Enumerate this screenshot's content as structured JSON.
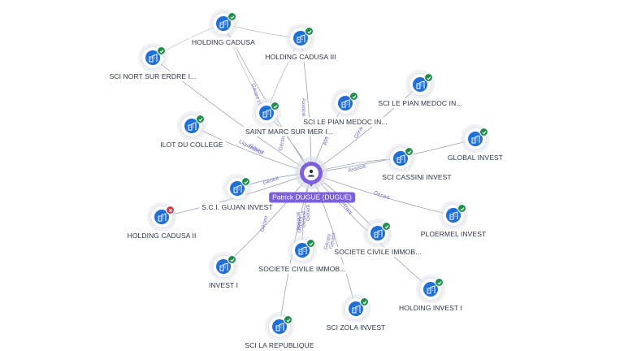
{
  "center": {
    "label": "Patrick DUGUE (DUGUE)",
    "icon": "person-icon",
    "color": "#7c5fdc"
  },
  "colors": {
    "company_node": "#1f6fd8",
    "active_badge": "#1e8e4a",
    "inactive_badge": "#d63b4c",
    "edge": "#9aa3b5",
    "edge_label": "#6f6cc3"
  },
  "nodes": [
    {
      "id": "holding-cadusa",
      "label": "HOLDING CADUSA",
      "status": "active",
      "icon": "building-icon"
    },
    {
      "id": "holding-cadusa-iii",
      "label": "HOLDING CADUSA III",
      "status": "active",
      "icon": "building-icon"
    },
    {
      "id": "sci-nort-sur-erdre",
      "label": "SCI NORT SUR ERDRE I...",
      "status": "active",
      "icon": "building-icon"
    },
    {
      "id": "sci-le-pian-medoc-1",
      "label": "SCI LE PIAN MEDOC IN...",
      "status": "active",
      "icon": "building-icon"
    },
    {
      "id": "sci-le-pian-medoc-2",
      "label": "SCI LE PIAN MEDOC IN...",
      "status": "active",
      "icon": "building-icon"
    },
    {
      "id": "saint-marc-sur-mer",
      "label": "SAINT MARC SUR MER I...",
      "status": "active",
      "icon": "building-icon"
    },
    {
      "id": "ilot-du-college",
      "label": "ILOT DU COLLEGE",
      "status": "active",
      "icon": "building-icon"
    },
    {
      "id": "global-invest",
      "label": "GLOBAL INVEST",
      "status": "active",
      "icon": "building-icon"
    },
    {
      "id": "sci-cassini-invest",
      "label": "SCI CASSINI INVEST",
      "status": "active",
      "icon": "building-icon"
    },
    {
      "id": "sci-gujan-invest",
      "label": "S.C.I. GUJAN INVEST",
      "status": "active",
      "icon": "building-icon"
    },
    {
      "id": "holding-cadusa-ii",
      "label": "HOLDING CADUSA II",
      "status": "inactive",
      "icon": "building-icon"
    },
    {
      "id": "ploermel-invest",
      "label": "PLOERMEL INVEST",
      "status": "active",
      "icon": "building-icon"
    },
    {
      "id": "societe-civile-immob-1",
      "label": "SOCIETE CIVILE IMMOB...",
      "status": "active",
      "icon": "building-icon"
    },
    {
      "id": "societe-civile-immob-2",
      "label": "SOCIETE CIVILE IMMOB...",
      "status": "active",
      "icon": "building-icon"
    },
    {
      "id": "invest-i",
      "label": "INVEST I",
      "status": "active",
      "icon": "building-icon"
    },
    {
      "id": "holding-invest-i",
      "label": "HOLDING INVEST I",
      "status": "active",
      "icon": "building-icon"
    },
    {
      "id": "sci-zola-invest",
      "label": "SCI ZOLA INVEST",
      "status": "active",
      "icon": "building-icon"
    },
    {
      "id": "sci-la-republique",
      "label": "SCI LA REPUBLIQUE",
      "status": "active",
      "icon": "building-icon"
    }
  ],
  "edge_labels": [
    "Associé",
    "Gérant",
    "Gérant ma",
    "Associé",
    "Gérant",
    "Gérant",
    "Liquidateur",
    "Associé",
    "Gérant",
    "Gérant",
    "Gérant",
    "Gérant",
    "Gérant",
    "Gérant",
    "Gérant",
    "Associé",
    "Gérant",
    "Gérant"
  ]
}
